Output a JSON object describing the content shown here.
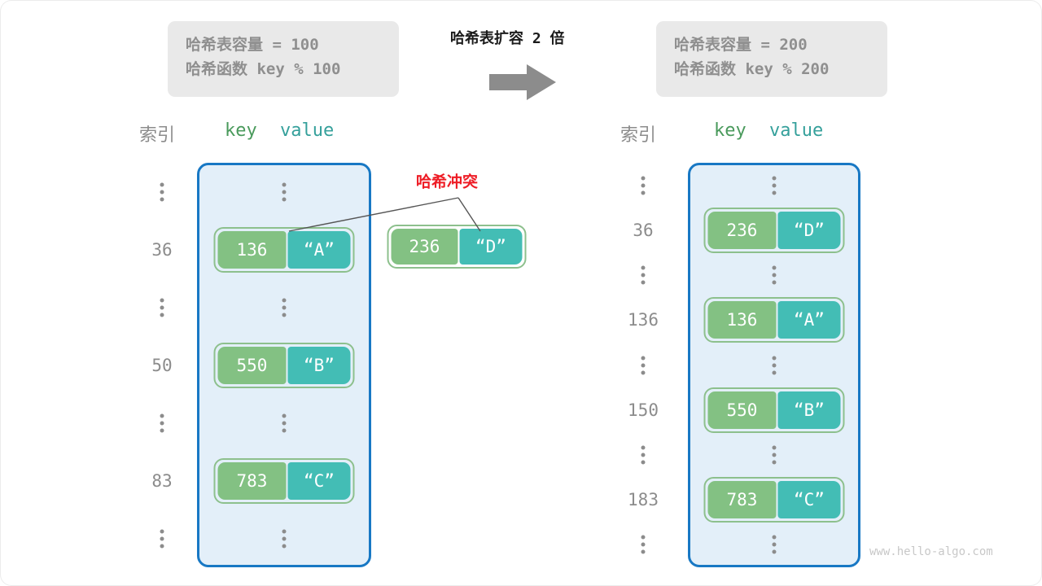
{
  "left_caption": {
    "line1": "哈希表容量 = 100",
    "line2": "哈希函数 key % 100"
  },
  "right_caption": {
    "line1": "哈希表容量 = 200",
    "line2": "哈希函数 key % 200"
  },
  "center": {
    "title": "哈希表扩容 2 倍",
    "arrow_icon": "right-arrow-icon"
  },
  "headers": {
    "index": "索引",
    "key": "key",
    "value": "value"
  },
  "collision": {
    "label": "哈希冲突",
    "pair": {
      "key": "236",
      "value": "“D”"
    }
  },
  "left_table": {
    "rows": [
      {
        "index": "⋮",
        "type": "dots"
      },
      {
        "index": "36",
        "type": "pair",
        "key": "136",
        "value": "“A”"
      },
      {
        "index": "⋮",
        "type": "dots"
      },
      {
        "index": "50",
        "type": "pair",
        "key": "550",
        "value": "“B”"
      },
      {
        "index": "⋮",
        "type": "dots"
      },
      {
        "index": "83",
        "type": "pair",
        "key": "783",
        "value": "“C”"
      },
      {
        "index": "⋮",
        "type": "dots"
      }
    ]
  },
  "right_table": {
    "rows": [
      {
        "index": "⋮",
        "type": "dots"
      },
      {
        "index": "36",
        "type": "pair",
        "key": "236",
        "value": "“D”"
      },
      {
        "index": "⋮",
        "type": "dots"
      },
      {
        "index": "136",
        "type": "pair",
        "key": "136",
        "value": "“A”"
      },
      {
        "index": "⋮",
        "type": "dots"
      },
      {
        "index": "150",
        "type": "pair",
        "key": "550",
        "value": "“B”"
      },
      {
        "index": "⋮",
        "type": "dots"
      },
      {
        "index": "183",
        "type": "pair",
        "key": "783",
        "value": "“C”"
      },
      {
        "index": "⋮",
        "type": "dots"
      }
    ]
  },
  "watermark": "www.hello-algo.com",
  "colors": {
    "frame_border": "#1878c4",
    "frame_fill": "#e3eff9",
    "key_cell": "#83c183",
    "value_cell": "#43bdb5",
    "pair_border": "#8dc08d",
    "index_text": "#8c8c8c",
    "key_header": "#4a9a5c",
    "value_header": "#35a09b",
    "collision_red": "#ee1c25",
    "caption_bg": "#e9e9e9",
    "caption_text": "#8f8f8f",
    "arrow": "#8c8c8c"
  }
}
